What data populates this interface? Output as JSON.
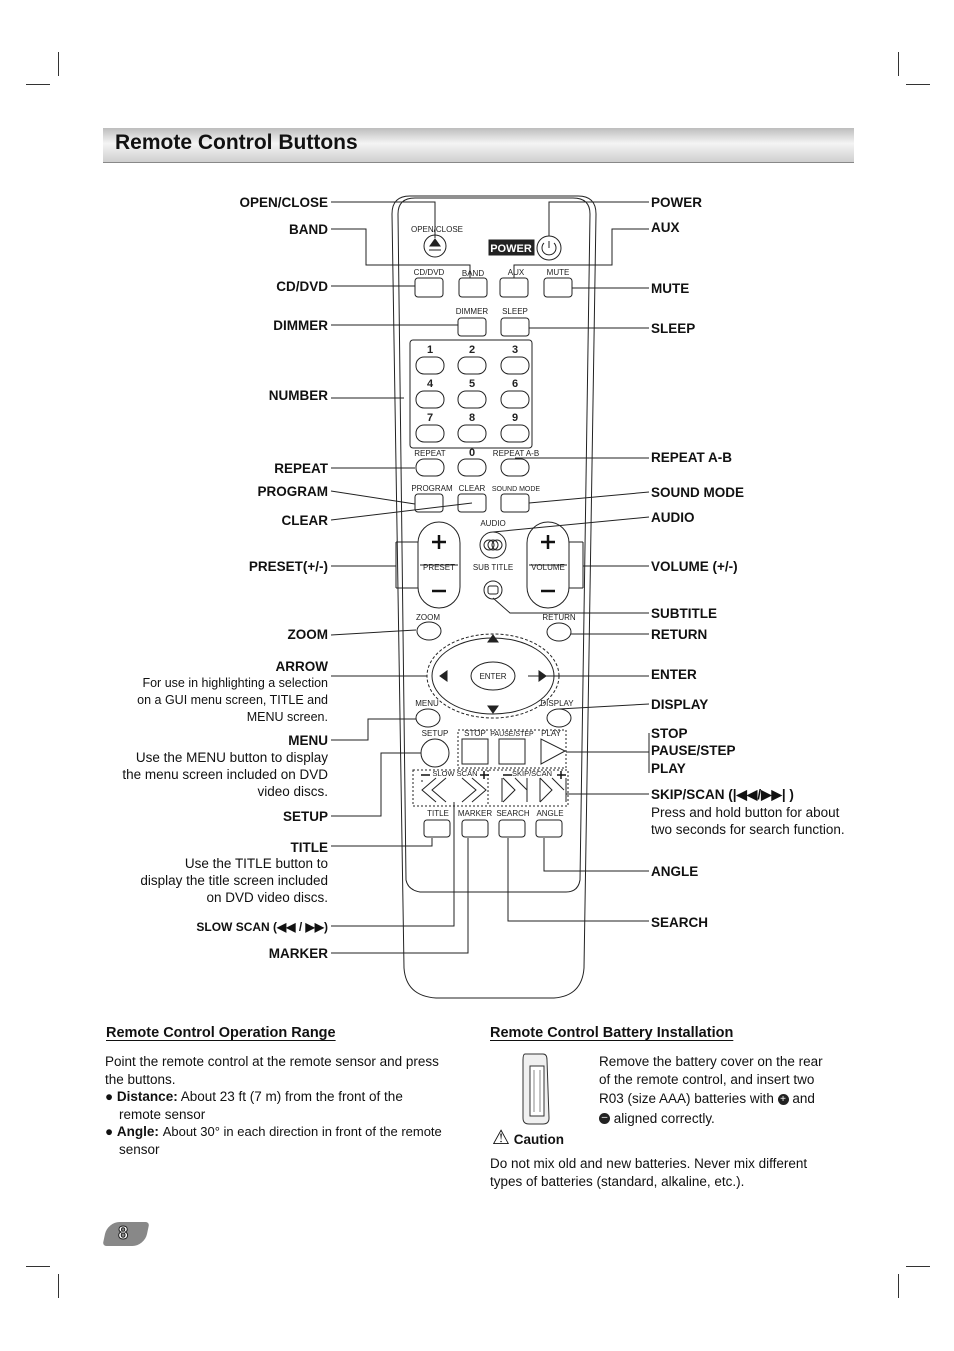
{
  "page": {
    "title": "Remote Control Buttons",
    "page_number": "8"
  },
  "left_labels": [
    {
      "id": "open-close",
      "text": "OPEN/CLOSE"
    },
    {
      "id": "band",
      "text": "BAND"
    },
    {
      "id": "cd-dvd",
      "text": "CD/DVD"
    },
    {
      "id": "dimmer",
      "text": "DIMMER"
    },
    {
      "id": "number",
      "text": "NUMBER"
    },
    {
      "id": "repeat",
      "text": "REPEAT"
    },
    {
      "id": "program",
      "text": "PROGRAM"
    },
    {
      "id": "clear",
      "text": "CLEAR"
    },
    {
      "id": "preset",
      "text": "PRESET(+/-)"
    },
    {
      "id": "zoom",
      "text": "ZOOM"
    },
    {
      "id": "arrow",
      "text": "ARROW"
    },
    {
      "id": "menu",
      "text": "MENU"
    },
    {
      "id": "setup",
      "text": "SETUP"
    },
    {
      "id": "title",
      "text": "TITLE"
    },
    {
      "id": "slow-scan",
      "text": "SLOW SCAN ("
    },
    {
      "id": "marker",
      "text": "MARKER"
    }
  ],
  "left_descriptions": {
    "arrow": [
      "For use in highlighting a selection",
      "on a GUI menu screen, TITLE and",
      "MENU screen."
    ],
    "menu": [
      "Use the MENU button to display",
      "the menu screen included on DVD",
      "video discs."
    ],
    "title": [
      "Use the TITLE button to",
      "display the title screen included",
      "on DVD video discs."
    ]
  },
  "right_labels": [
    {
      "id": "power",
      "text": "POWER"
    },
    {
      "id": "aux",
      "text": "AUX"
    },
    {
      "id": "mute",
      "text": "MUTE"
    },
    {
      "id": "sleep",
      "text": "SLEEP"
    },
    {
      "id": "repeat-ab",
      "text": "REPEAT A-B"
    },
    {
      "id": "sound-mode",
      "text": "SOUND MODE"
    },
    {
      "id": "audio",
      "text": "AUDIO"
    },
    {
      "id": "volume",
      "text": "VOLUME (+/-)"
    },
    {
      "id": "subtitle",
      "text": "SUBTITLE"
    },
    {
      "id": "return",
      "text": "RETURN"
    },
    {
      "id": "enter",
      "text": "ENTER"
    },
    {
      "id": "display",
      "text": "DISPLAY"
    },
    {
      "id": "stop",
      "text": "STOP"
    },
    {
      "id": "pause-step",
      "text": "PAUSE/STEP"
    },
    {
      "id": "play",
      "text": "PLAY"
    },
    {
      "id": "skip-scan",
      "text": "SKIP/SCAN ("
    },
    {
      "id": "angle",
      "text": "ANGLE"
    },
    {
      "id": "search",
      "text": "SEARCH"
    }
  ],
  "right_descriptions": {
    "skip_scan": [
      "Press and hold button for about",
      "two seconds for search function."
    ]
  },
  "remote_buttons": {
    "open_close": "OPEN/CLOSE",
    "power_badge": "POWER",
    "cd_dvd": "CD/DVD",
    "band": "BAND",
    "aux": "AUX",
    "mute": "MUTE",
    "dimmer": "DIMMER",
    "sleep": "SLEEP",
    "digits": [
      "1",
      "2",
      "3",
      "4",
      "5",
      "6",
      "7",
      "8",
      "9"
    ],
    "zero": "0",
    "repeat": "REPEAT",
    "repeat_ab": "REPEAT A-B",
    "program": "PROGRAM",
    "clear": "CLEAR",
    "sound_mode": "SOUND MODE",
    "audio": "AUDIO",
    "preset": "PRESET",
    "subtitle": "SUB TITLE",
    "volume": "VOLUME",
    "zoom": "ZOOM",
    "return": "RETURN",
    "enter": "ENTER",
    "menu": "MENU",
    "display": "DISPLAY",
    "setup": "SETUP",
    "stop": "STOP",
    "pause_step": "PAUSE/STEP",
    "play": "PLAY",
    "slow_scan": "SLOW SCAN",
    "skip_scan": "SKIP/SCAN",
    "title": "TITLE",
    "marker": "MARKER",
    "search": "SEARCH",
    "angle": "ANGLE"
  },
  "operation_range": {
    "heading": "Remote Control Operation Range",
    "intro": [
      "Point the remote control at the remote sensor and press",
      "the buttons."
    ],
    "distance_label": "Distance:",
    "distance_text": "About 23 ft (7 m) from the front of the",
    "distance_text2": "remote sensor",
    "angle_label": "Angle:",
    "angle_text": "About 30° in each direction in front of the remote",
    "angle_text2": "sensor"
  },
  "battery": {
    "heading": "Remote Control Battery Installation",
    "lines": [
      "Remove the battery cover on the rear",
      "of the remote control, and insert two"
    ],
    "line3a": "R03 (size AAA) batteries with",
    "line3b": "and",
    "line4": "aligned correctly.",
    "caution_label": "Caution",
    "caution_lines": [
      "Do not mix old and new batteries. Never mix different",
      "types of batteries (standard, alkaline, etc.)."
    ]
  }
}
